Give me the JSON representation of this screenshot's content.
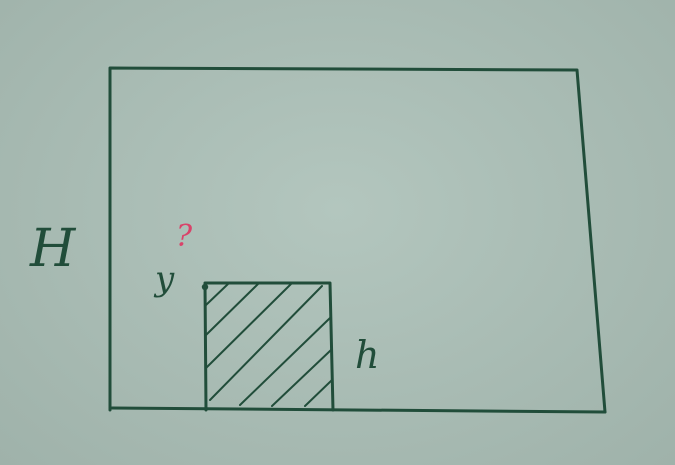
{
  "colors": {
    "board": "#a9bcb4",
    "marker_green": "#214d3a",
    "marker_red": "#d9436a"
  },
  "labels": {
    "big_height": "H",
    "small_height": "h",
    "top_left_corner": "y",
    "unknown_mark": "?"
  }
}
